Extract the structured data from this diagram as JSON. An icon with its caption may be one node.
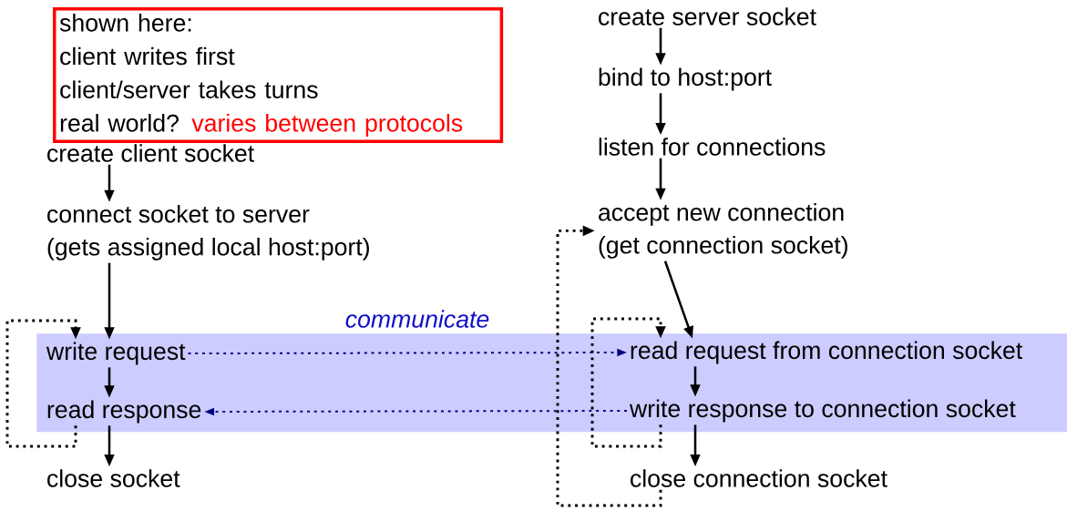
{
  "diagram": {
    "nodes": [
      {
        "text": [
          "create server socket"
        ]
      },
      {
        "text": [
          "bind to host:port"
        ]
      },
      {
        "text": [
          "listen for connections"
        ]
      },
      {
        "text": [
          "accept new connection (get connection socket)"
        ]
      },
      {
        "text": [
          "create client socket"
        ]
      },
      {
        "text": [
          "connect socket to server (gets assigned local host:port)"
        ]
      },
      {
        "text": [
          "communicate"
        ]
      },
      {
        "text": [
          "write request"
        ],
        "in": 6
      },
      {
        "text": [
          "read response"
        ],
        "in": 6
      },
      {
        "text": [
          "read request from connection socket"
        ],
        "in": 6
      },
      {
        "text": [
          "write response to connection socket"
        ],
        "in": 6
      },
      {
        "text": [
          "close socket"
        ]
      },
      {
        "text": [
          "close connection socket"
        ]
      },
      {
        "text": [
          "shown here:",
          "client writes first",
          "client/server takes turns",
          "real world?",
          "varies between protocols"
        ]
      }
    ],
    "edges": [
      {
        "from": 0,
        "to": 1,
        "arrow": "to"
      },
      {
        "from": 1,
        "to": 2,
        "arrow": "to"
      },
      {
        "from": 2,
        "to": 3,
        "arrow": "to"
      },
      {
        "from": 3,
        "to": 9,
        "arrow": "to"
      },
      {
        "from": 4,
        "to": 5,
        "arrow": "to"
      },
      {
        "from": 5,
        "to": 7,
        "arrow": "to"
      },
      {
        "from": 7,
        "to": 8,
        "arrow": "to"
      },
      {
        "from": 8,
        "to": 11,
        "arrow": "to"
      },
      {
        "from": 9,
        "to": 10,
        "arrow": "to"
      },
      {
        "from": 10,
        "to": 12,
        "arrow": "to"
      },
      {
        "from": 7,
        "to": 9,
        "arrow": "to",
        "style": "dashed",
        "color": "#000080"
      },
      {
        "from": 10,
        "to": 8,
        "arrow": "to",
        "style": "dashed",
        "color": "#000080"
      },
      {
        "from": 8,
        "to": 7,
        "arrow": "to",
        "style": "dashed"
      },
      {
        "from": 10,
        "to": 9,
        "arrow": "to",
        "style": "dashed"
      },
      {
        "from": 12,
        "to": 3,
        "arrow": "to",
        "style": "dashed"
      }
    ]
  }
}
